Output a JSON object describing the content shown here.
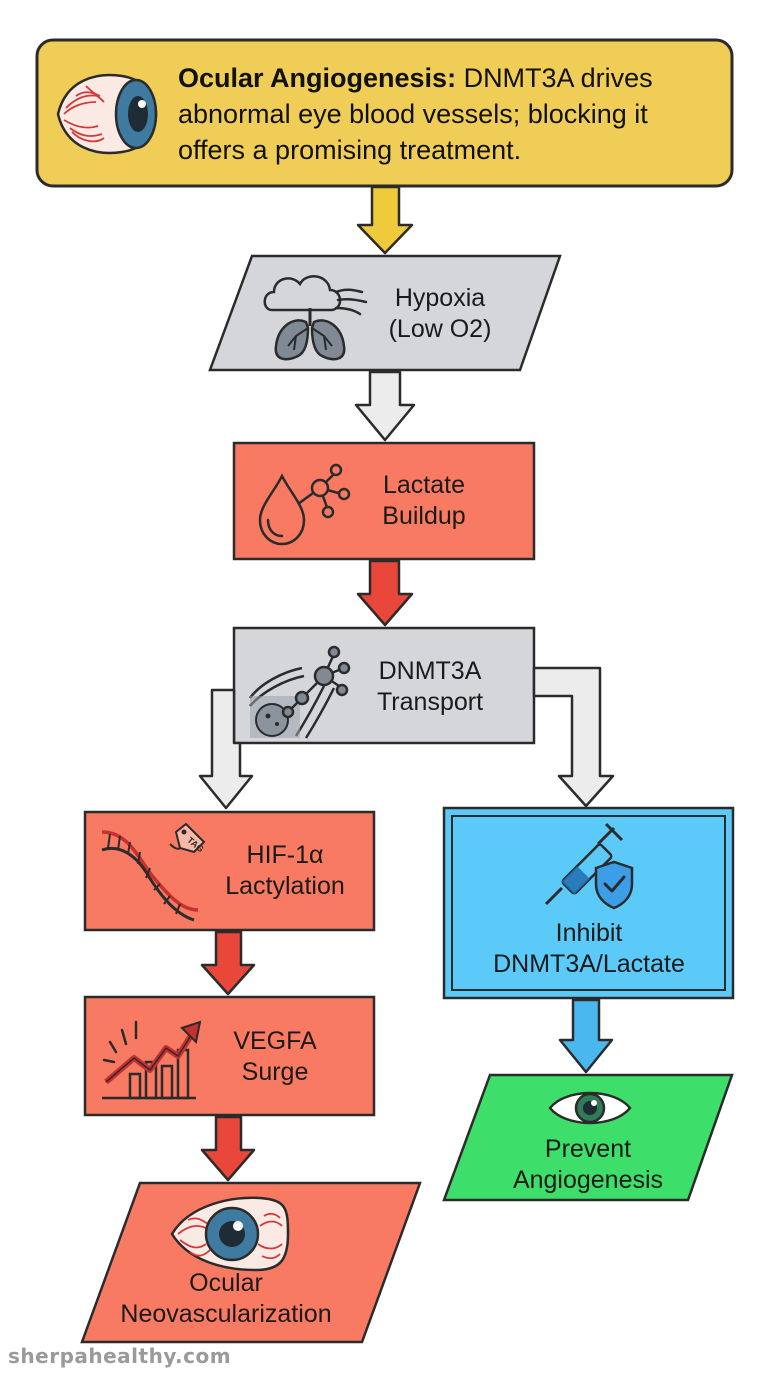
{
  "header": {
    "title_bold": "Ocular Angiogenesis:",
    "title_rest": " DNMT3A drives abnormal eye blood vessels; blocking it offers a promising treatment."
  },
  "nodes": {
    "hypoxia": {
      "line1": "Hypoxia",
      "line2": "(Low O2)"
    },
    "lactate": {
      "line1": "Lactate",
      "line2": "Buildup"
    },
    "transport": {
      "line1": "DNMT3A",
      "line2": "Transport"
    },
    "hif": {
      "line1": "HIF-1α",
      "line2": "Lactylation"
    },
    "vegfa": {
      "line1": "VEGFA",
      "line2": "Surge"
    },
    "ocular": {
      "line1": "Ocular",
      "line2": "Neovascularization"
    },
    "inhibit": {
      "line1": "Inhibit",
      "line2": "DNMT3A/Lactate"
    },
    "prevent": {
      "line1": "Prevent",
      "line2": "Angiogenesis"
    }
  },
  "icons": {
    "tag_text": "TAG"
  },
  "colors": {
    "header": "#efcd56",
    "gray": "#d4d6d9",
    "red": "#f87a62",
    "blue": "#5ccaf9",
    "green": "#3ddf6a",
    "arrow_yellow": "#efcb3c",
    "arrow_red": "#e8473a",
    "arrow_blue": "#4ab8ee",
    "outline": "#2b2b2b"
  },
  "footer": {
    "watermark": "sherpahealthy.com"
  }
}
